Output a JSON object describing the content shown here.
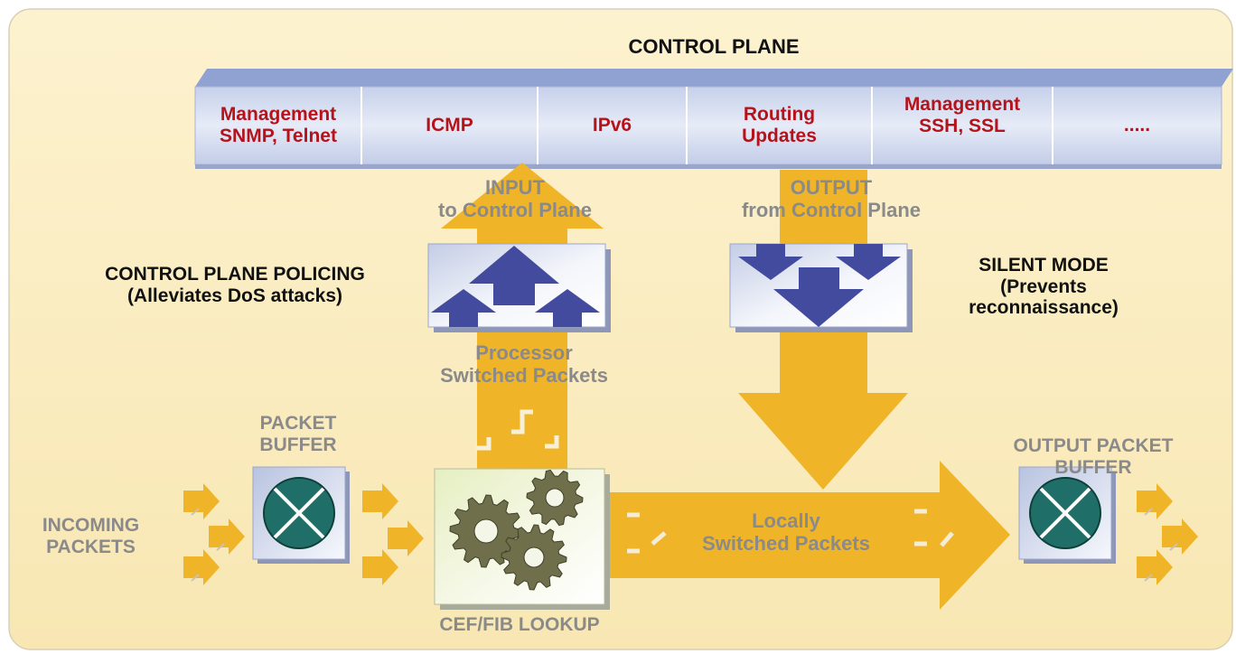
{
  "control_plane": {
    "title": "CONTROL PLANE",
    "cells": [
      {
        "line1": "Management",
        "line2": "SNMP, Telnet"
      },
      {
        "line1": "ICMP",
        "line2": ""
      },
      {
        "line1": "IPv6",
        "line2": ""
      },
      {
        "line1": "Routing",
        "line2": "Updates"
      },
      {
        "line1": "Management",
        "line2": "SSH, SSL"
      },
      {
        "line1": ".....",
        "line2": ""
      }
    ]
  },
  "input": {
    "line1": "INPUT",
    "line2": "to Control Plane"
  },
  "output": {
    "line1": "OUTPUT",
    "line2": "from Control Plane"
  },
  "policing": {
    "line1": "CONTROL PLANE POLICING",
    "line2": "(Alleviates DoS attacks)"
  },
  "silent": {
    "line1": "SILENT MODE",
    "line2": "(Prevents",
    "line3": "reconnaissance)"
  },
  "processor": {
    "line1": "Processor",
    "line2": "Switched Packets"
  },
  "packet_buffer": {
    "line1": "PACKET",
    "line2": "BUFFER"
  },
  "incoming": {
    "line1": "INCOMING",
    "line2": "PACKETS"
  },
  "lookup": "CEF/FIB LOOKUP",
  "locally": {
    "line1": "Locally",
    "line2": "Switched Packets"
  },
  "output_buffer": {
    "line1": "OUTPUT PACKET",
    "line2": "BUFFER"
  },
  "colors": {
    "background": "#fbeec4",
    "arrow": "#f0b428",
    "indigo": "#434b9e",
    "teal": "#1f6f68",
    "gear": "#6f6f4c",
    "label_red": "#b5131b",
    "label_gray": "#8a8a8a"
  }
}
